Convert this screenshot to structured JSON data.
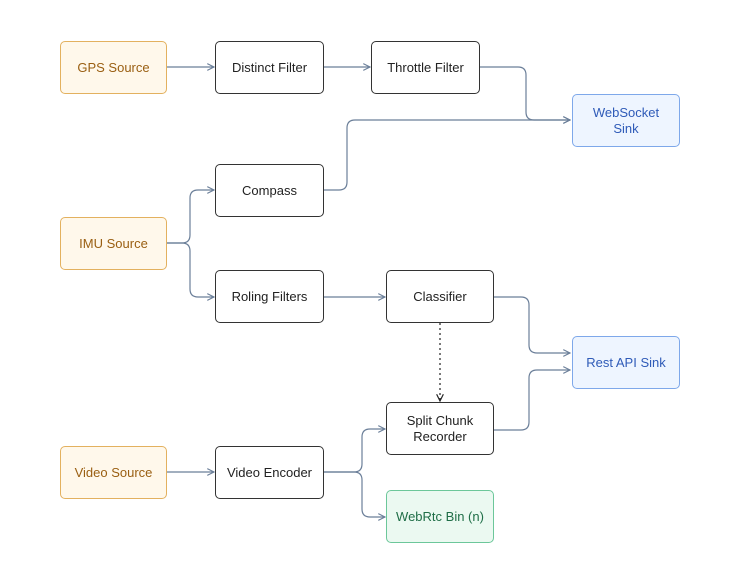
{
  "diagram": {
    "nodes": {
      "gps_source": {
        "label": "GPS Source",
        "kind": "source"
      },
      "distinct_filter": {
        "label": "Distinct Filter",
        "kind": "process"
      },
      "throttle_filter": {
        "label": "Throttle Filter",
        "kind": "process"
      },
      "websocket_sink": {
        "label": "WebSocket\nSink",
        "kind": "sink"
      },
      "compass": {
        "label": "Compass",
        "kind": "process"
      },
      "imu_source": {
        "label": "IMU Source",
        "kind": "source"
      },
      "roling_filters": {
        "label": "Roling Filters",
        "kind": "process"
      },
      "classifier": {
        "label": "Classifier",
        "kind": "process"
      },
      "rest_api_sink": {
        "label": "Rest API Sink",
        "kind": "sink"
      },
      "split_chunk_recorder": {
        "label": "Split Chunk\nRecorder",
        "kind": "process"
      },
      "video_source": {
        "label": "Video Source",
        "kind": "source"
      },
      "video_encoder": {
        "label": "Video Encoder",
        "kind": "process"
      },
      "webrtc_bin": {
        "label": "WebRtc Bin (n)",
        "kind": "output"
      }
    },
    "edges": [
      {
        "from": "gps_source",
        "to": "distinct_filter",
        "style": "solid"
      },
      {
        "from": "distinct_filter",
        "to": "throttle_filter",
        "style": "solid"
      },
      {
        "from": "throttle_filter",
        "to": "websocket_sink",
        "style": "solid"
      },
      {
        "from": "compass",
        "to": "websocket_sink",
        "style": "solid"
      },
      {
        "from": "imu_source",
        "to": "compass",
        "style": "solid"
      },
      {
        "from": "imu_source",
        "to": "roling_filters",
        "style": "solid"
      },
      {
        "from": "roling_filters",
        "to": "classifier",
        "style": "solid"
      },
      {
        "from": "classifier",
        "to": "rest_api_sink",
        "style": "solid"
      },
      {
        "from": "classifier",
        "to": "split_chunk_recorder",
        "style": "dotted"
      },
      {
        "from": "split_chunk_recorder",
        "to": "rest_api_sink",
        "style": "solid"
      },
      {
        "from": "video_source",
        "to": "video_encoder",
        "style": "solid"
      },
      {
        "from": "video_encoder",
        "to": "split_chunk_recorder",
        "style": "solid"
      },
      {
        "from": "video_encoder",
        "to": "webrtc_bin",
        "style": "solid"
      }
    ],
    "colors": {
      "source_border": "#e3b15f",
      "source_fill": "#fff8eb",
      "source_text": "#9a5f12",
      "sink_border": "#7ea8ea",
      "sink_fill": "#eef5ff",
      "sink_text": "#2f5bb8",
      "output_border": "#6cc79a",
      "output_fill": "#ebf9f1",
      "output_text": "#1f6e47",
      "process_border": "#333333",
      "edge_solid": "#6b7f99",
      "edge_dotted": "#222222"
    }
  }
}
